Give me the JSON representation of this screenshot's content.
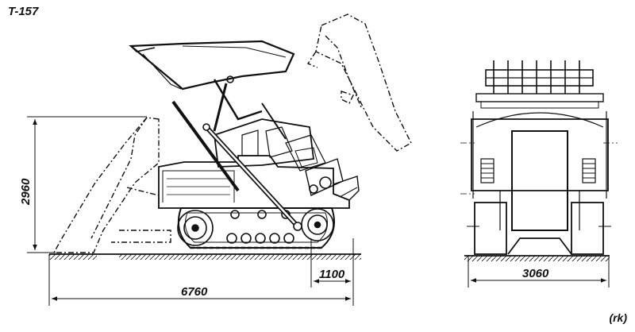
{
  "title": "T-157",
  "credit": "(rk)",
  "dimensions": {
    "height": "2960",
    "overall_length": "6760",
    "rear_overhang": "1100",
    "width": "3060"
  },
  "colors": {
    "ink": "#111111",
    "paper": "#ffffff"
  }
}
